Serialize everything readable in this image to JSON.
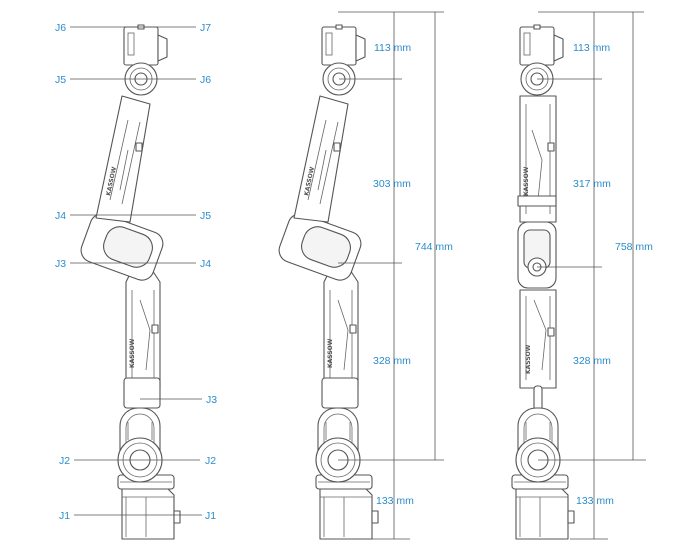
{
  "figure_1": {
    "left_labels": {
      "j6": "J6",
      "j5": "J5",
      "j4": "J4",
      "j3": "J3",
      "j2": "J2",
      "j1": "J1"
    },
    "right_labels": {
      "j7": "J7",
      "j6": "J6",
      "j5": "J5",
      "j4": "J4",
      "j3": "J3",
      "j2": "J2",
      "j1": "J1"
    }
  },
  "figure_2": {
    "dims": {
      "seg_top": "113 mm",
      "seg_upper": "303 mm",
      "seg_lower": "328 mm",
      "seg_base": "133 mm",
      "total": "744 mm"
    }
  },
  "figure_3": {
    "dims": {
      "seg_top": "113 mm",
      "seg_upper": "317 mm",
      "seg_lower": "328 mm",
      "seg_base": "133 mm",
      "total": "758 mm"
    }
  },
  "brand_text": "KASSOW",
  "colors": {
    "label": "#2a8ccc",
    "outline": "#555555",
    "background": "#ffffff"
  }
}
